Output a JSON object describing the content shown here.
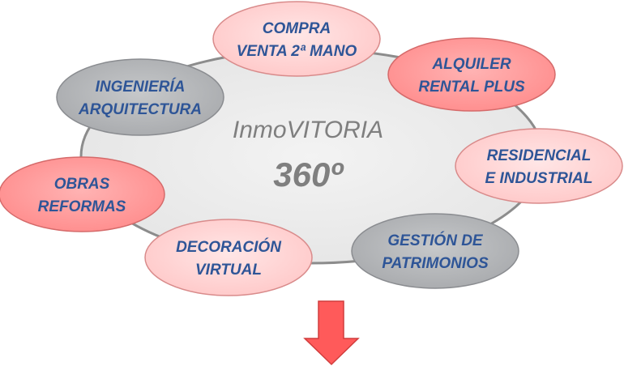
{
  "center": {
    "title": "InmoVITORIA",
    "subtitle": "360º"
  },
  "colors": {
    "main_fill": "#ededed",
    "main_stroke": "#8c8c8c",
    "light_pink": "#ffd2d2",
    "salmon": "#ff9a9a",
    "gray": "#b4b6b9",
    "text_blue": "#2e5597",
    "arrow_red": "#ff5a5a"
  },
  "nodes": [
    {
      "id": "compra",
      "lines": [
        "COMPRA",
        "VENTA 2ª MANO"
      ],
      "style": "light_pink"
    },
    {
      "id": "alquiler",
      "lines": [
        "ALQUILER",
        "RENTAL PLUS"
      ],
      "style": "salmon"
    },
    {
      "id": "residencial",
      "lines": [
        "RESIDENCIAL",
        "E INDUSTRIAL"
      ],
      "style": "light_pink"
    },
    {
      "id": "gestion",
      "lines": [
        "GESTIÓN DE",
        "PATRIMONIOS"
      ],
      "style": "gray"
    },
    {
      "id": "decoracion",
      "lines": [
        "DECORACIÓN",
        "VIRTUAL"
      ],
      "style": "light_pink"
    },
    {
      "id": "obras",
      "lines": [
        "OBRAS",
        "REFORMAS"
      ],
      "style": "salmon"
    },
    {
      "id": "ingenieria",
      "lines": [
        "INGENIERÍA",
        "ARQUITECTURA"
      ],
      "style": "gray"
    }
  ]
}
